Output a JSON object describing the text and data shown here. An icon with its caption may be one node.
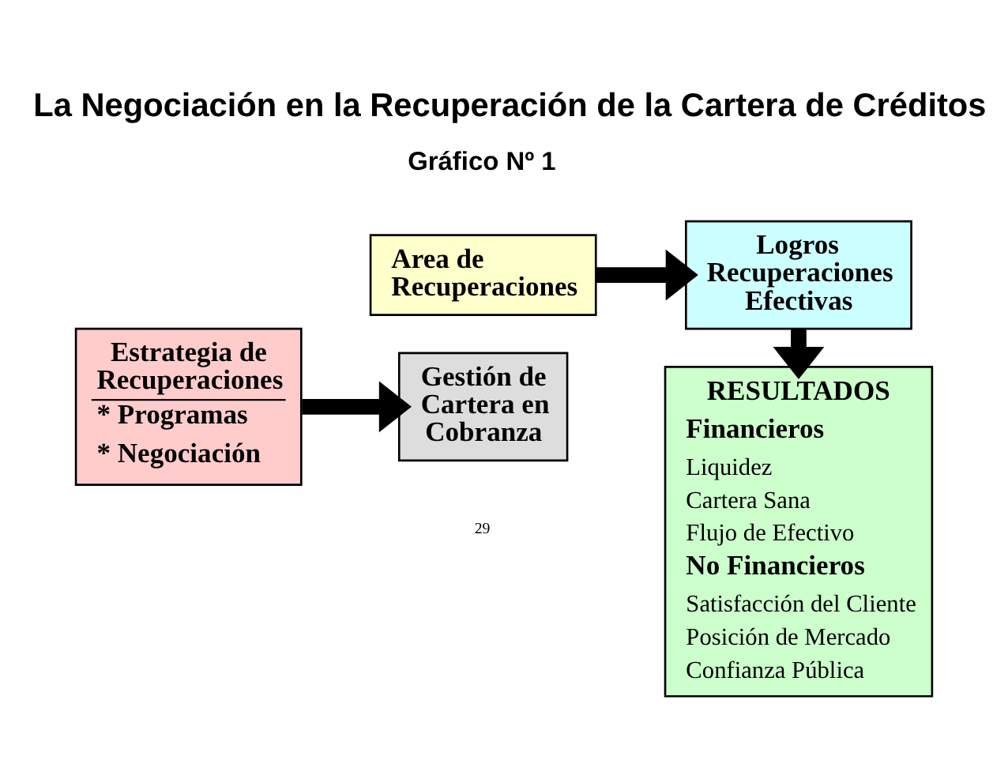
{
  "diagram": {
    "title": "La Negociación en la Recuperación de la Cartera de Créditos",
    "nodes": [
      {
        "text": [
          "Estrategia de Recuperaciones",
          "* Programas",
          "* Negociación"
        ]
      },
      {
        "text": [
          "Gestión de Cartera en Cobranza"
        ]
      },
      {
        "text": [
          "Area de Recuperaciones"
        ]
      },
      {
        "text": [
          "Logros Recuperaciones Efectivas"
        ]
      },
      {
        "text": [
          "RESULTADOS",
          "Financieros",
          "Liquidez",
          "Cartera Sana",
          "Flujo de Efectivo",
          "No Financieros",
          "Satisfacción del Cliente",
          "Posición de Mercado",
          "Confianza Pública"
        ]
      }
    ],
    "edges": [
      {
        "from": 0,
        "to": 1,
        "arrow": "to"
      },
      {
        "from": 2,
        "to": 3,
        "arrow": "to"
      },
      {
        "from": 3,
        "to": 4,
        "arrow": "to"
      }
    ],
    "labels": [
      "Gráfico Nº 1",
      "29"
    ]
  }
}
